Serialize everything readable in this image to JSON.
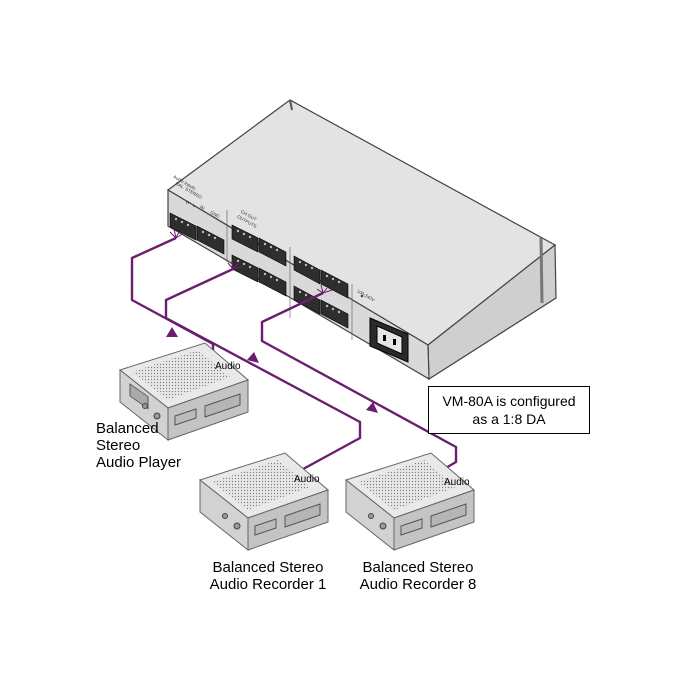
{
  "colors": {
    "cable": "#6a1f6e",
    "device_top": "#e4e4e4",
    "device_front": "#cfcfcf",
    "device_side": "#bcbcbc",
    "outline": "#555555"
  },
  "unit": {
    "panel_texts": [
      "Audio Inputs",
      "BAL. STEREO",
      "OUTPUTS",
      "CH OUT",
      "IN",
      "GND",
      "R",
      "L",
      "100-240V"
    ]
  },
  "note": {
    "line1": "VM-80A is configured",
    "line2": "as a 1:8 DA"
  },
  "connection_labels": {
    "player": "Audio",
    "recorder1": "Audio",
    "recorder8": "Audio"
  },
  "devices": {
    "player": {
      "lines": [
        "Balanced",
        "Stereo",
        "Audio Player"
      ]
    },
    "recorder1": {
      "lines": [
        "Balanced Stereo",
        "Audio Recorder 1"
      ]
    },
    "recorder8": {
      "lines": [
        "Balanced Stereo",
        "Audio Recorder 8"
      ]
    }
  }
}
